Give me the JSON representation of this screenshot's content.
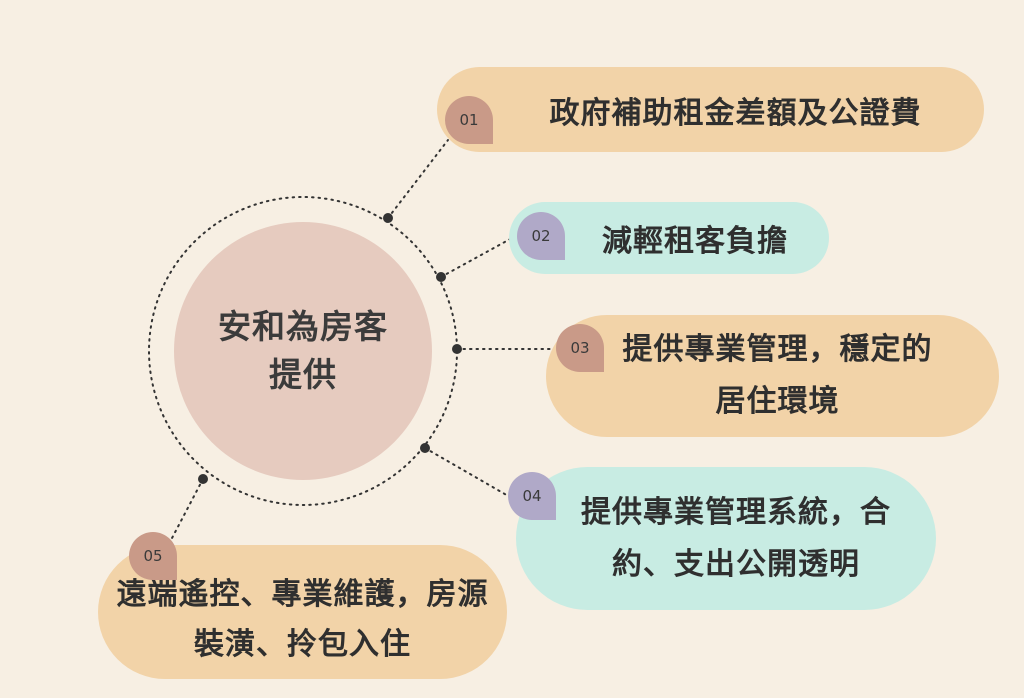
{
  "center": {
    "title": "安和為房客提供"
  },
  "items": [
    {
      "number": "01",
      "text": "政府補助租金差額及公證費"
    },
    {
      "number": "02",
      "text": "減輕租客負擔"
    },
    {
      "number": "03",
      "text": "提供專業管理，穩定的居住環境"
    },
    {
      "number": "04",
      "text": "提供專業管理系統，合約、支出公開透明"
    },
    {
      "number": "05",
      "text": "遠端遙控、專業維護，房源裝潢、拎包入住"
    }
  ],
  "colors": {
    "background": "#f7efe3",
    "center_circle": "#e6cbbf",
    "peach_pill": "#f2d3a8",
    "mint_pill": "#c8ece3",
    "badge_brown": "#c99a88",
    "badge_lavender": "#b0a9c8",
    "dots": "#333333"
  }
}
